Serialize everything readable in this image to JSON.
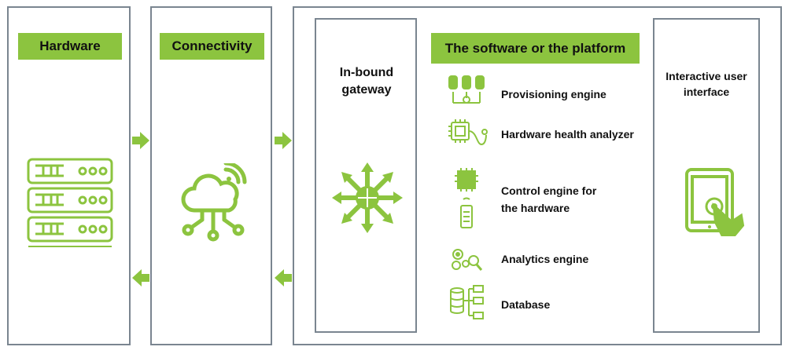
{
  "hardware": {
    "label": "Hardware"
  },
  "connectivity": {
    "label": "Connectivity"
  },
  "gateway": {
    "title": "In-bound gateway"
  },
  "platform": {
    "label": "The software or the platform",
    "items": [
      {
        "label": "Provisioning engine",
        "icon": "provisioning-icon"
      },
      {
        "label": "Hardware health analyzer",
        "icon": "health-analyzer-icon"
      },
      {
        "label": "Control engine for\nthe hardware",
        "icon": "control-engine-icon"
      },
      {
        "label": "Analytics engine",
        "icon": "analytics-icon"
      },
      {
        "label": "Database",
        "icon": "database-icon"
      }
    ]
  },
  "ui": {
    "title": "Interactive user interface"
  },
  "colors": {
    "accent": "#8cc43f",
    "border": "#7a8590"
  }
}
